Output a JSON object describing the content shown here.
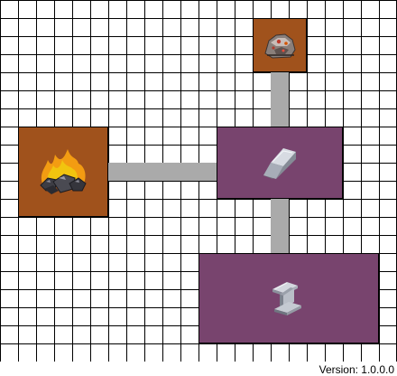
{
  "colors": {
    "raw_node": "#a0521c",
    "processed_node": "#78446e",
    "connector": "#aaaaaa",
    "grid_line": "#000000"
  },
  "nodes": [
    {
      "id": "iron-ore",
      "icon": "iron-ore-icon",
      "kind": "raw"
    },
    {
      "id": "coal",
      "icon": "coal-icon",
      "kind": "raw"
    },
    {
      "id": "iron-ingot",
      "icon": "iron-ingot-icon",
      "kind": "processed"
    },
    {
      "id": "iron-beam",
      "icon": "iron-beam-icon",
      "kind": "processed"
    }
  ],
  "connections": [
    {
      "from": "iron-ore",
      "to": "iron-ingot"
    },
    {
      "from": "coal",
      "to": "iron-ingot"
    },
    {
      "from": "iron-ingot",
      "to": "iron-beam"
    }
  ],
  "footer": {
    "version_text": "Version:  1.0.0.0"
  }
}
